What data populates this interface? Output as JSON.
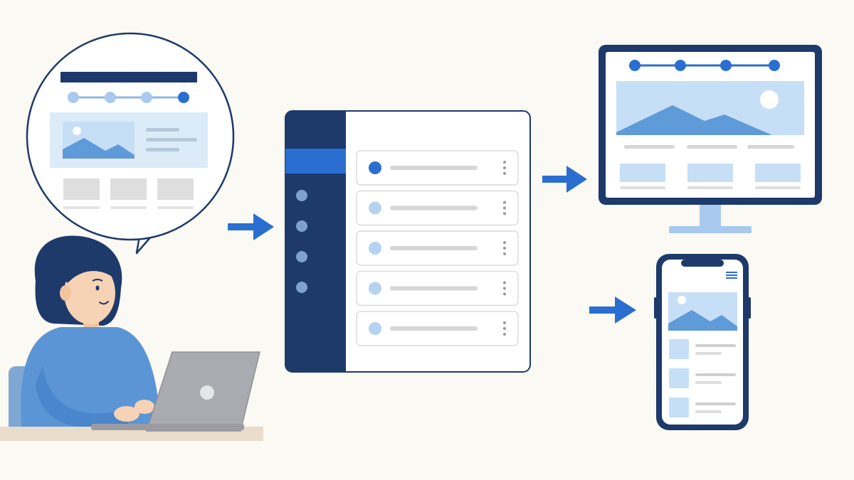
{
  "colors": {
    "background": "#fbf9f3",
    "navy": "#1d3a6b",
    "blue": "#2a6fd0",
    "mid_blue": "#5f9ad9",
    "light_blue": "#c6dff6",
    "pale_blue": "#dcebf8",
    "grey": "#d9d9d9",
    "laptop": "#a9abb0",
    "desk": "#e9dccb",
    "skin": "#f6d3b4",
    "sweater": "#5b95d6"
  },
  "icons": {
    "flow_arrow": "arrow-right-icon",
    "image_placeholder": "mountain-image-icon",
    "row_menu": "vertical-dots-icon",
    "mobile_menu": "hamburger-icon",
    "laptop_logo": "circle-logo-icon"
  },
  "stages": [
    {
      "id": "idea",
      "visual": "thought-bubble-wireframe"
    },
    {
      "id": "builder",
      "visual": "sidebar-list-app",
      "list_rows": 5,
      "sidebar_dots": 4
    },
    {
      "id": "desktop",
      "visual": "monitor-preview"
    },
    {
      "id": "mobile",
      "visual": "phone-preview",
      "list_rows": 3
    }
  ],
  "flow": [
    {
      "from": "idea",
      "to": "builder"
    },
    {
      "from": "builder",
      "to": "desktop"
    },
    {
      "from": "builder",
      "to": "mobile"
    }
  ]
}
